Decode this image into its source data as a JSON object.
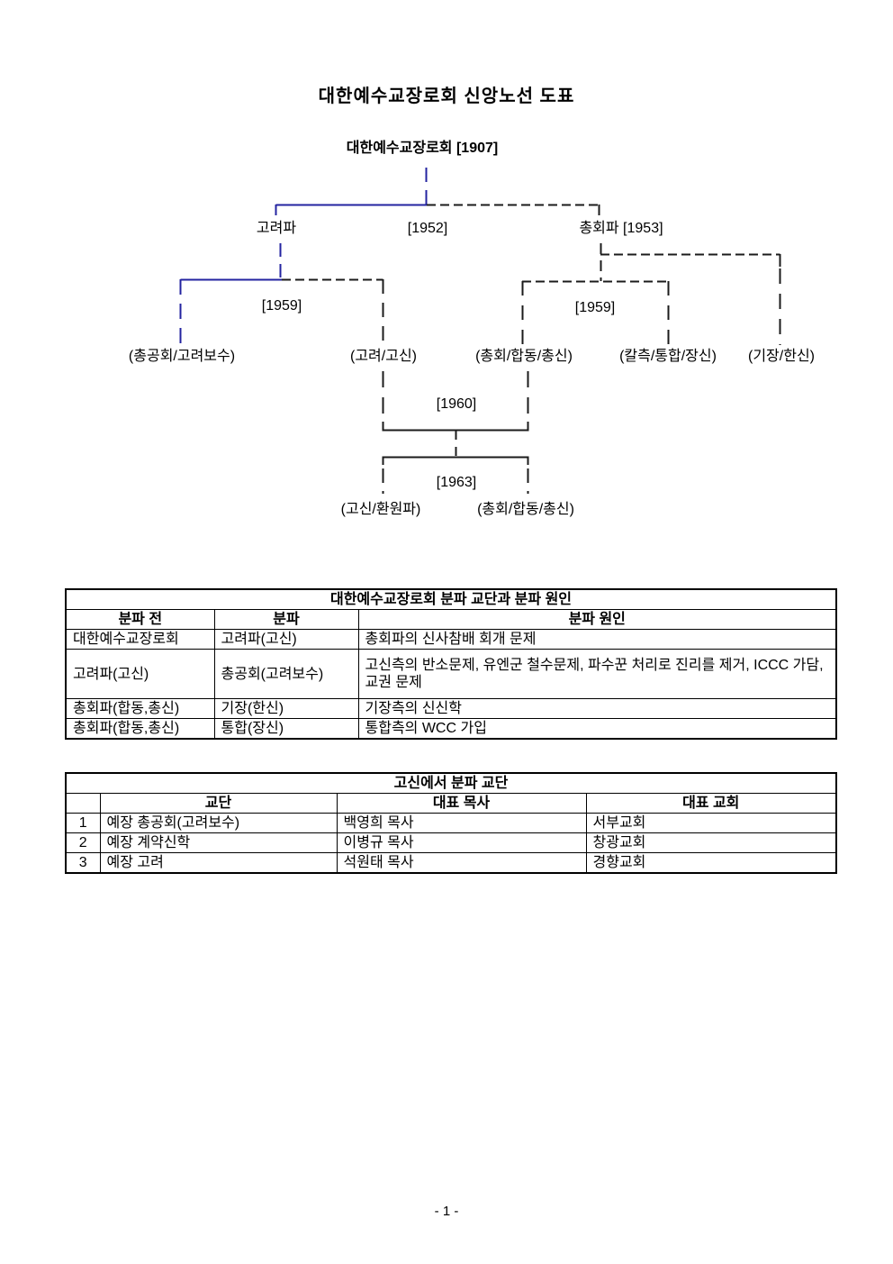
{
  "page": {
    "title": "대한예수교장로회 신앙노선 도표",
    "page_number": "- 1 -"
  },
  "colors": {
    "line_blue": "#2323a0",
    "line_black": "#1b1b1b"
  },
  "tree": {
    "root_label": "대한예수교장로회 [1907]",
    "labels": {
      "goryeopa": "고려파",
      "y1952": "[1952]",
      "chonghoepa_1953": "총회파 [1953]",
      "y1959_left": "[1959]",
      "y1959_right": "[1959]",
      "chonggonghoe_goryeobosu": "(총공회/고려보수)",
      "goryeo_gosin": "(고려/고신)",
      "chonghoe_hapdong_chongsin": "(총회/합동/총신)",
      "kalcheuk_tonghap_jangsin": "(칼측/통합/장신)",
      "gijang_hansin": "(기장/한신)",
      "y1960": "[1960]",
      "y1963": "[1963]",
      "gosin_hwanwonpa": "(고신/환원파)",
      "chonghoe_hapdong_chongsin_2": "(총회/합동/총신)"
    }
  },
  "table1": {
    "title": "대한예수교장로회 분파 교단과 분파 원인",
    "headers": [
      "분파 전",
      "분파",
      "분파 원인"
    ],
    "rows": [
      [
        "대한예수교장로회",
        "고려파(고신)",
        "총회파의 신사참배 회개 문제"
      ],
      [
        "고려파(고신)",
        "총공회(고려보수)",
        "고신측의 반소문제, 유엔군 철수문제, 파수꾼 처리로 진리를 제거, ICCC 가담, 교권 문제"
      ],
      [
        "총회파(합동,총신)",
        "기장(한신)",
        "기장측의 신신학"
      ],
      [
        "총회파(합동,총신)",
        "통합(장신)",
        "통합측의 WCC 가입"
      ]
    ]
  },
  "table2": {
    "title": "고신에서 분파 교단",
    "headers": [
      "",
      "교단",
      "대표 목사",
      "대표 교회"
    ],
    "rows": [
      [
        "1",
        "예장 총공회(고려보수)",
        "백영희 목사",
        "서부교회"
      ],
      [
        "2",
        "예장 계약신학",
        "이병규 목사",
        "창광교회"
      ],
      [
        "3",
        "예장 고려",
        "석원태 목사",
        "경향교회"
      ]
    ]
  }
}
